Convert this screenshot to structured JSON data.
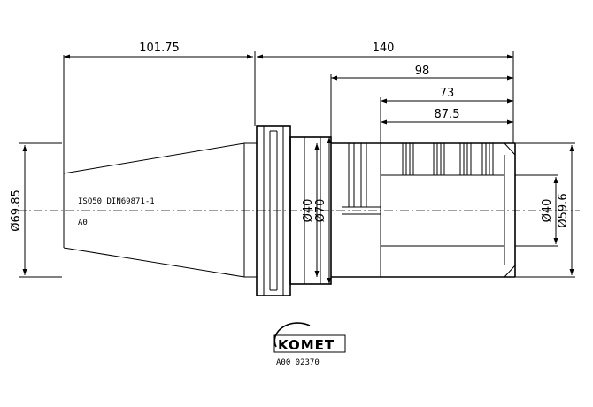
{
  "dimensions": {
    "taper_length": "101.75",
    "overall_length": "140",
    "length_98": "98",
    "length_73": "73",
    "length_57": "87.5",
    "dia_taper": "Ø69.85",
    "dia_40_left": "Ø40",
    "dia_70": "Ø70",
    "dia_40_right": "Ø40",
    "dia_59": "Ø59.6"
  },
  "notes": {
    "standard": "ISO50 DIN69871-1",
    "variant": "A0"
  },
  "logo": {
    "brand": "KOMET",
    "part_number": "A00 02370"
  }
}
